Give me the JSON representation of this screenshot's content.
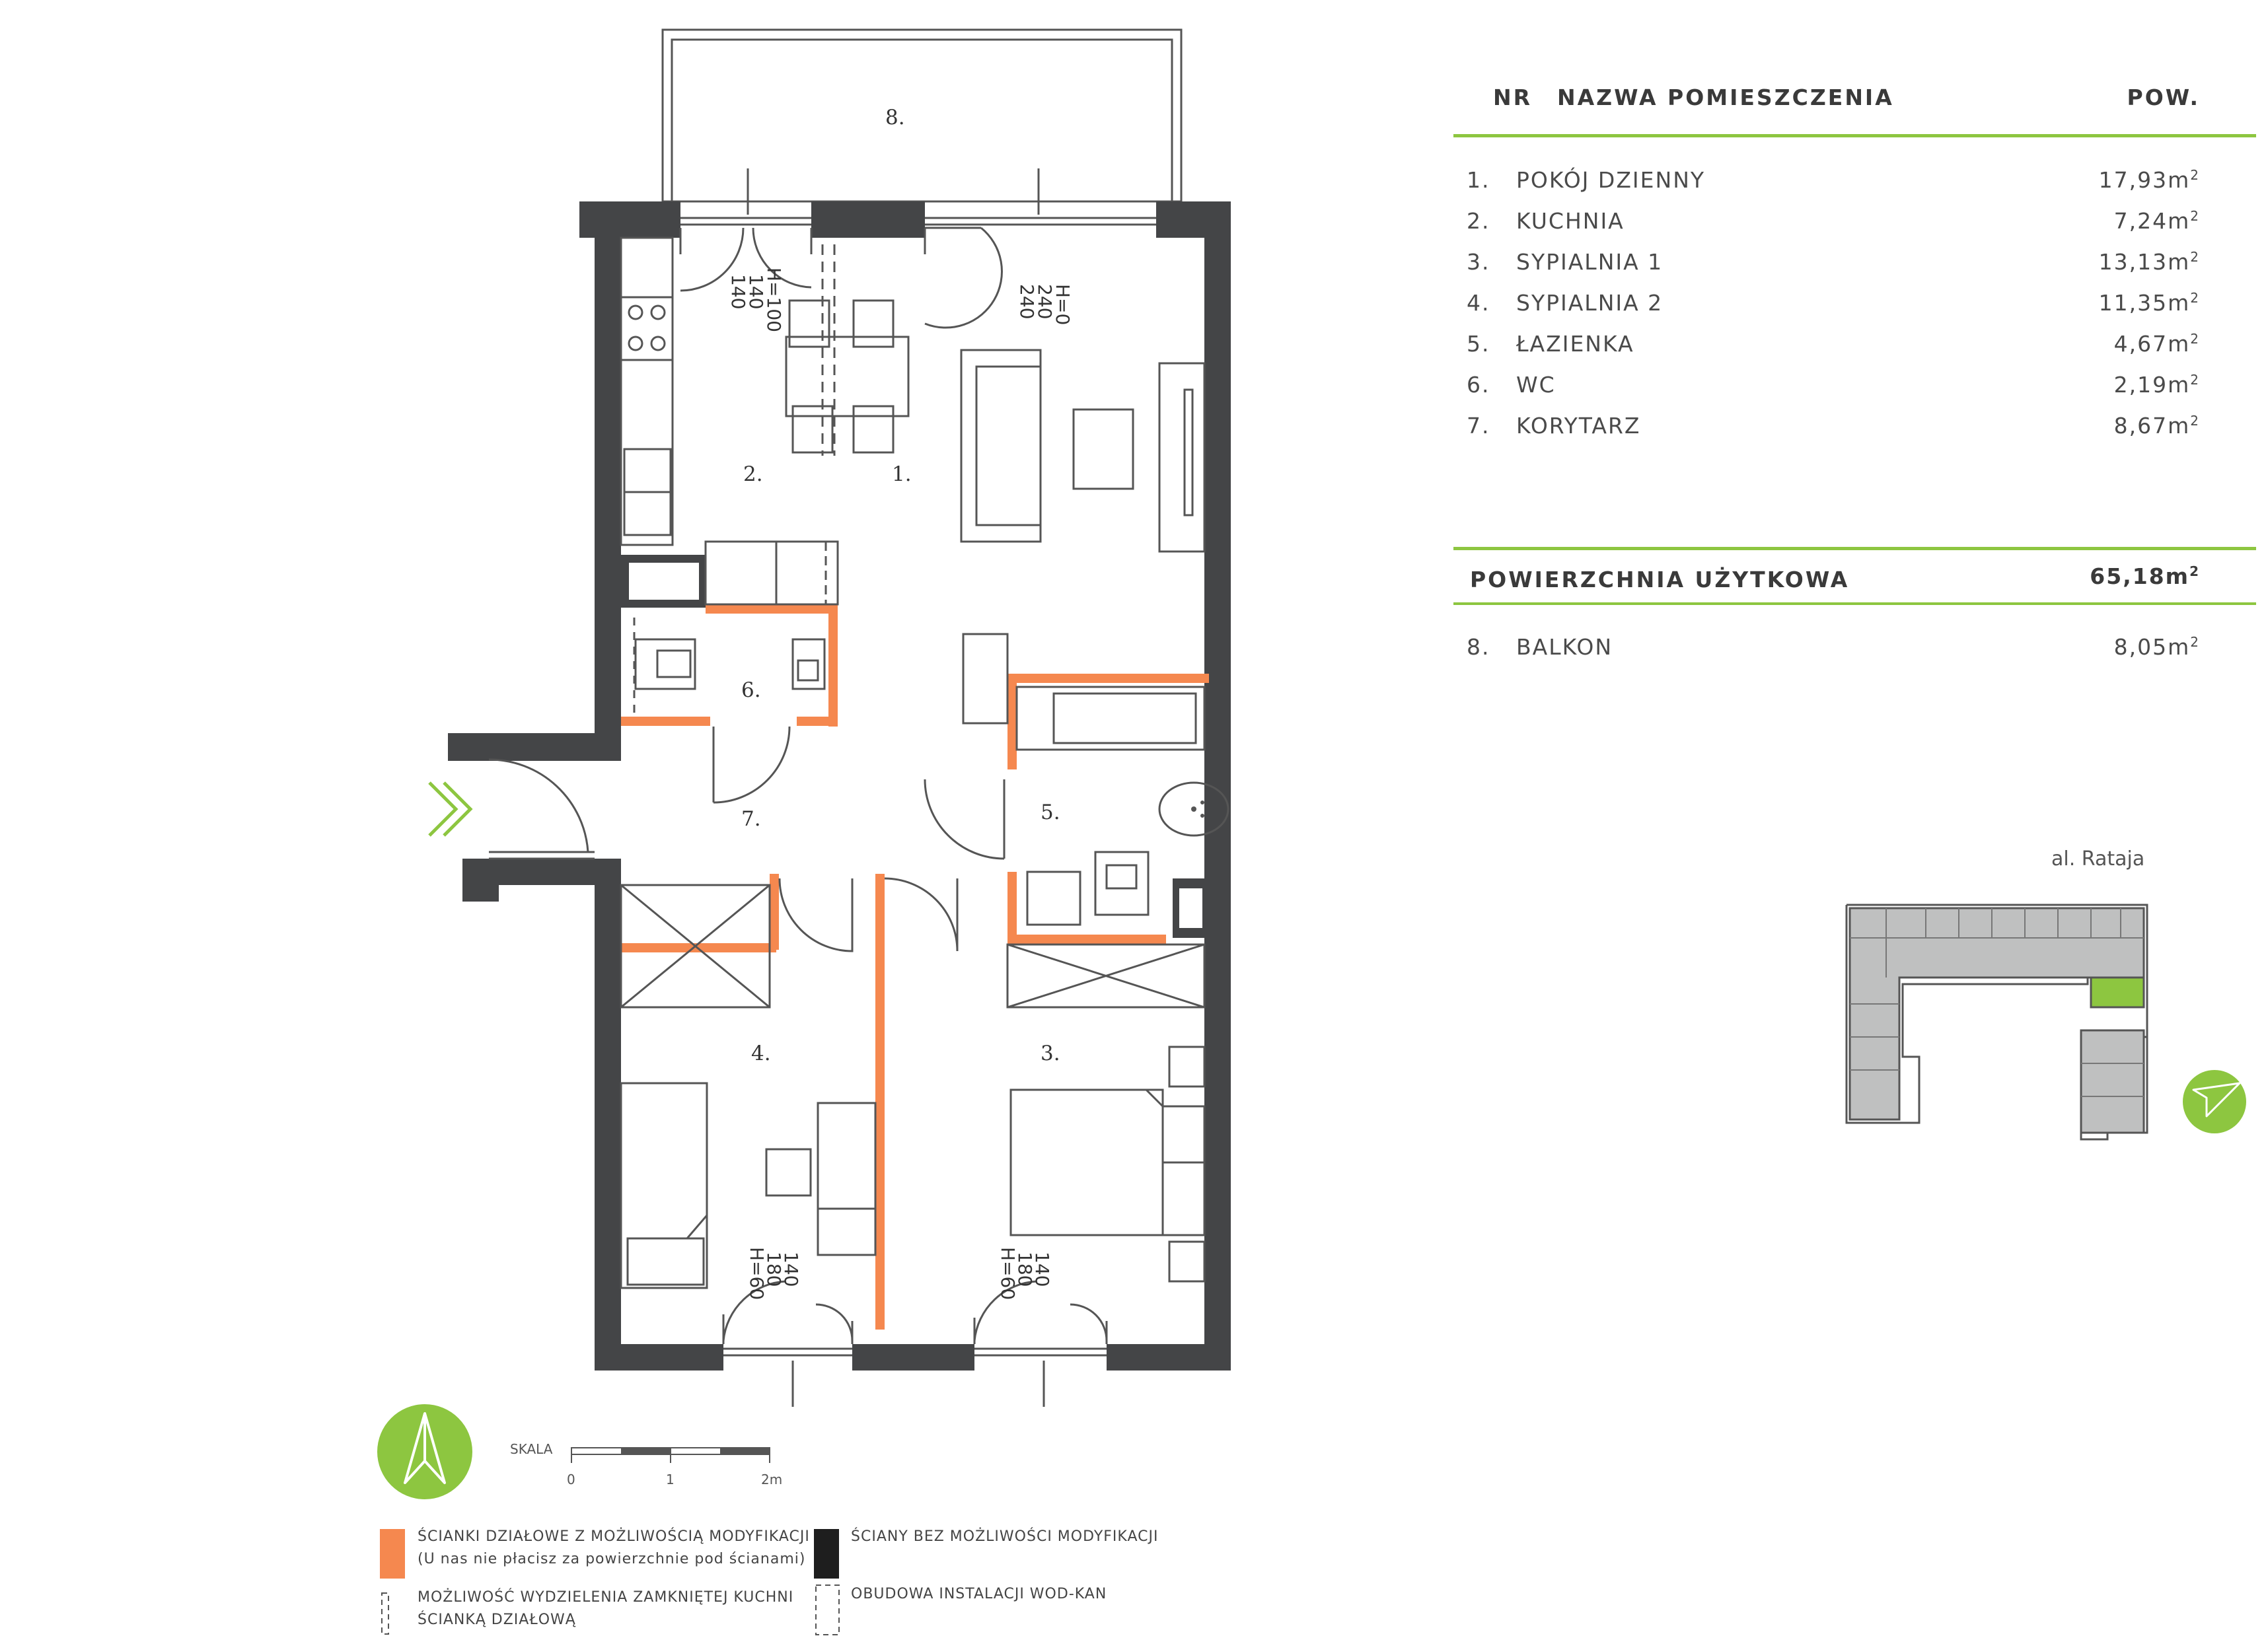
{
  "table": {
    "header": {
      "nr": "NR",
      "name": "NAZWA POMIESZCZENIA",
      "area": "POW."
    },
    "rooms": [
      {
        "nr": "1.",
        "name": "POKÓJ DZIENNY",
        "area": "17,93m",
        "unit_sup": "2"
      },
      {
        "nr": "2.",
        "name": "KUCHNIA",
        "area": "7,24m",
        "unit_sup": "2"
      },
      {
        "nr": "3.",
        "name": "SYPIALNIA 1",
        "area": "13,13m",
        "unit_sup": "2"
      },
      {
        "nr": "4.",
        "name": "SYPIALNIA 2",
        "area": "11,35m",
        "unit_sup": "2"
      },
      {
        "nr": "5.",
        "name": "ŁAZIENKA",
        "area": "4,67m",
        "unit_sup": "2"
      },
      {
        "nr": "6.",
        "name": "WC",
        "area": "2,19m",
        "unit_sup": "2"
      },
      {
        "nr": "7.",
        "name": "KORYTARZ",
        "area": "8,67m",
        "unit_sup": "2"
      }
    ],
    "total": {
      "label": "POWIERZCHNIA UŻYTKOWA",
      "value": "65,18m",
      "unit_sup": "2"
    },
    "balcony": {
      "nr": "8.",
      "name": "BALKON",
      "area": "8,05m",
      "unit_sup": "2"
    }
  },
  "plan": {
    "room_labels": [
      "1.",
      "2.",
      "3.",
      "4.",
      "5.",
      "6.",
      "7.",
      "8."
    ],
    "window_labels": {
      "kitchen": [
        "140",
        "140",
        "H=100"
      ],
      "living": [
        "240",
        "240",
        "H=0"
      ],
      "bedroom2": [
        "140",
        "180",
        "H=60"
      ],
      "bedroom1": [
        "140",
        "180",
        "H=60"
      ]
    }
  },
  "scale": {
    "label": "SKALA",
    "ticks": [
      "0",
      "1",
      "2m"
    ]
  },
  "legend": {
    "modifiable_walls": [
      "ŚCIANKI DZIAŁOWE Z MOŻLIWOŚCIĄ MODYFIKACJI",
      "(U nas nie płacisz za powierzchnie pod ścianami)"
    ],
    "kitchen_option": [
      "MOŻLIWOŚĆ WYDZIELENIA ZAMKNIĘTEJ KUCHNI",
      "ŚCIANKĄ DZIAŁOWĄ"
    ],
    "fixed_walls": "ŚCIANY BEZ MOŻLIWOŚCI MODYFIKACJI",
    "installations": "OBUDOWA INSTALACJI WOD-KAN"
  },
  "site": {
    "street": "al. Rataja"
  },
  "colors": {
    "accent_green": "#8dc640",
    "orange_walls": "#f5884f",
    "dark_walls": "#444547",
    "highlight_unit": "#8dc640"
  },
  "icons": [
    "north-arrow-icon",
    "entrance-arrow-icon",
    "site-north-arrow-icon"
  ]
}
